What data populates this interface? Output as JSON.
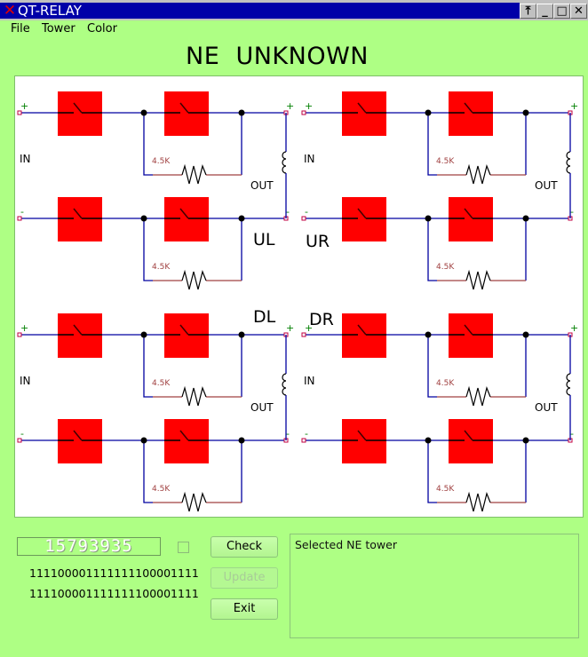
{
  "window": {
    "title": "QT-RELAY",
    "controls": [
      "stay-on-top",
      "minimize",
      "maximize",
      "close"
    ]
  },
  "menu": [
    "File",
    "Tower",
    "Color"
  ],
  "headline": "NE  UNKNOWN",
  "circuit": {
    "quadrants": [
      {
        "id": "UL",
        "label": "UL",
        "in_label": "IN",
        "out_label": "OUT",
        "resistor_labels": [
          "4.5K",
          "4.5K"
        ]
      },
      {
        "id": "UR",
        "label": "UR",
        "in_label": "IN",
        "out_label": "OUT",
        "resistor_labels": [
          "4.5K",
          "4.5K"
        ]
      },
      {
        "id": "DL",
        "label": "DL",
        "in_label": "IN",
        "out_label": "OUT",
        "resistor_labels": [
          "4.5K",
          "4.5K"
        ]
      },
      {
        "id": "DR",
        "label": "DR",
        "in_label": "IN",
        "out_label": "OUT",
        "resistor_labels": [
          "4.5K",
          "4.5K"
        ]
      }
    ],
    "plus_sign": "+",
    "minus_sign": "-",
    "colors": {
      "relay": "#ff0000",
      "wire": "#0000a0",
      "resistor_lead": "#a04040",
      "resistor_label": "#a04040",
      "polarity": "#008000",
      "terminal": "#c00040",
      "junction": "#000000"
    }
  },
  "controls": {
    "lcd_value": "15793935",
    "checkbox_checked": false,
    "binary_lines": [
      "111100001111111100001111",
      "111100001111111100001111"
    ],
    "buttons": {
      "check": "Check",
      "update": "Update",
      "exit": "Exit"
    },
    "update_enabled": false
  },
  "log": {
    "text": "Selected NE tower"
  }
}
